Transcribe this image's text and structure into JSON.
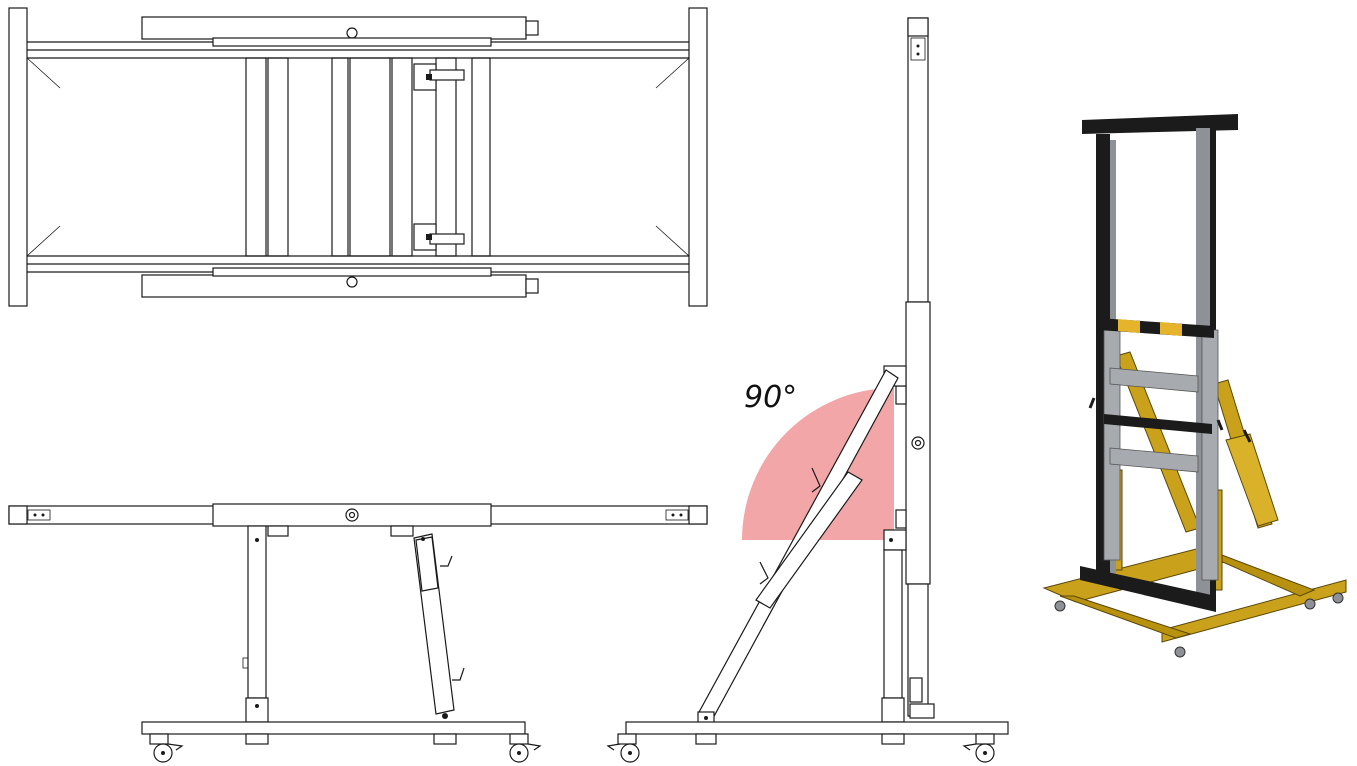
{
  "annotation": {
    "angle_text": "90°"
  },
  "colors": {
    "line": "#1a1a1a",
    "angle_fill": "#f3a6a8",
    "frame_black": "#1b1b1b",
    "frame_grey": "#8e9196",
    "frame_yellow": "#c9a11a",
    "stripe_yellow": "#e6b42a"
  },
  "views": [
    "top-view",
    "side-view-folded",
    "side-view-upright",
    "isometric-view"
  ]
}
